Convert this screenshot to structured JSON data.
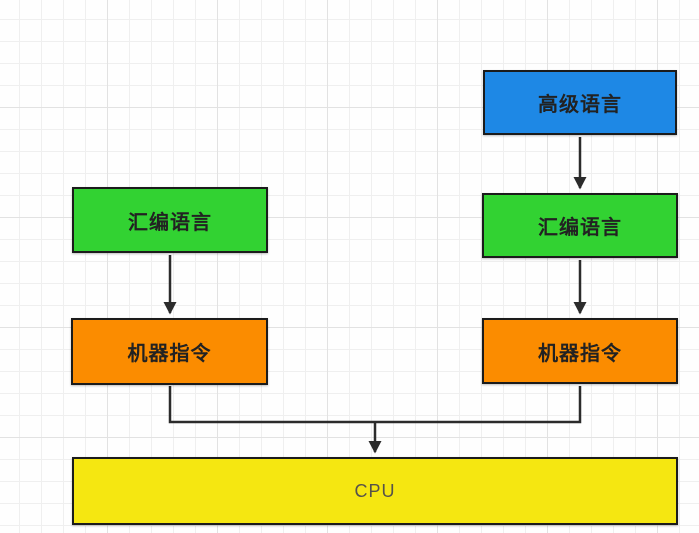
{
  "canvas": {
    "background_color": "#fefefe",
    "grid_minor_color": "#efefef",
    "grid_major_color": "#e2e2e2",
    "connector_color": "#2b2b2b"
  },
  "nodes": {
    "high_level": {
      "label": "高级语言",
      "fill": "#1e88e5"
    },
    "assembly_left": {
      "label": "汇编语言",
      "fill": "#32d232"
    },
    "assembly_right": {
      "label": "汇编语言",
      "fill": "#32d232"
    },
    "machine_left": {
      "label": "机器指令",
      "fill": "#fb8c00"
    },
    "machine_right": {
      "label": "机器指令",
      "fill": "#fb8c00"
    },
    "cpu": {
      "label": "CPU",
      "fill": "#f5e711"
    }
  },
  "edges": [
    {
      "from": "high_level",
      "to": "assembly_right",
      "arrow": true
    },
    {
      "from": "assembly_right",
      "to": "machine_right",
      "arrow": true
    },
    {
      "from": "assembly_left",
      "to": "machine_left",
      "arrow": true
    },
    {
      "from": "machine_left",
      "to": "cpu",
      "arrow": true
    },
    {
      "from": "machine_right",
      "to": "cpu",
      "arrow": true
    }
  ]
}
